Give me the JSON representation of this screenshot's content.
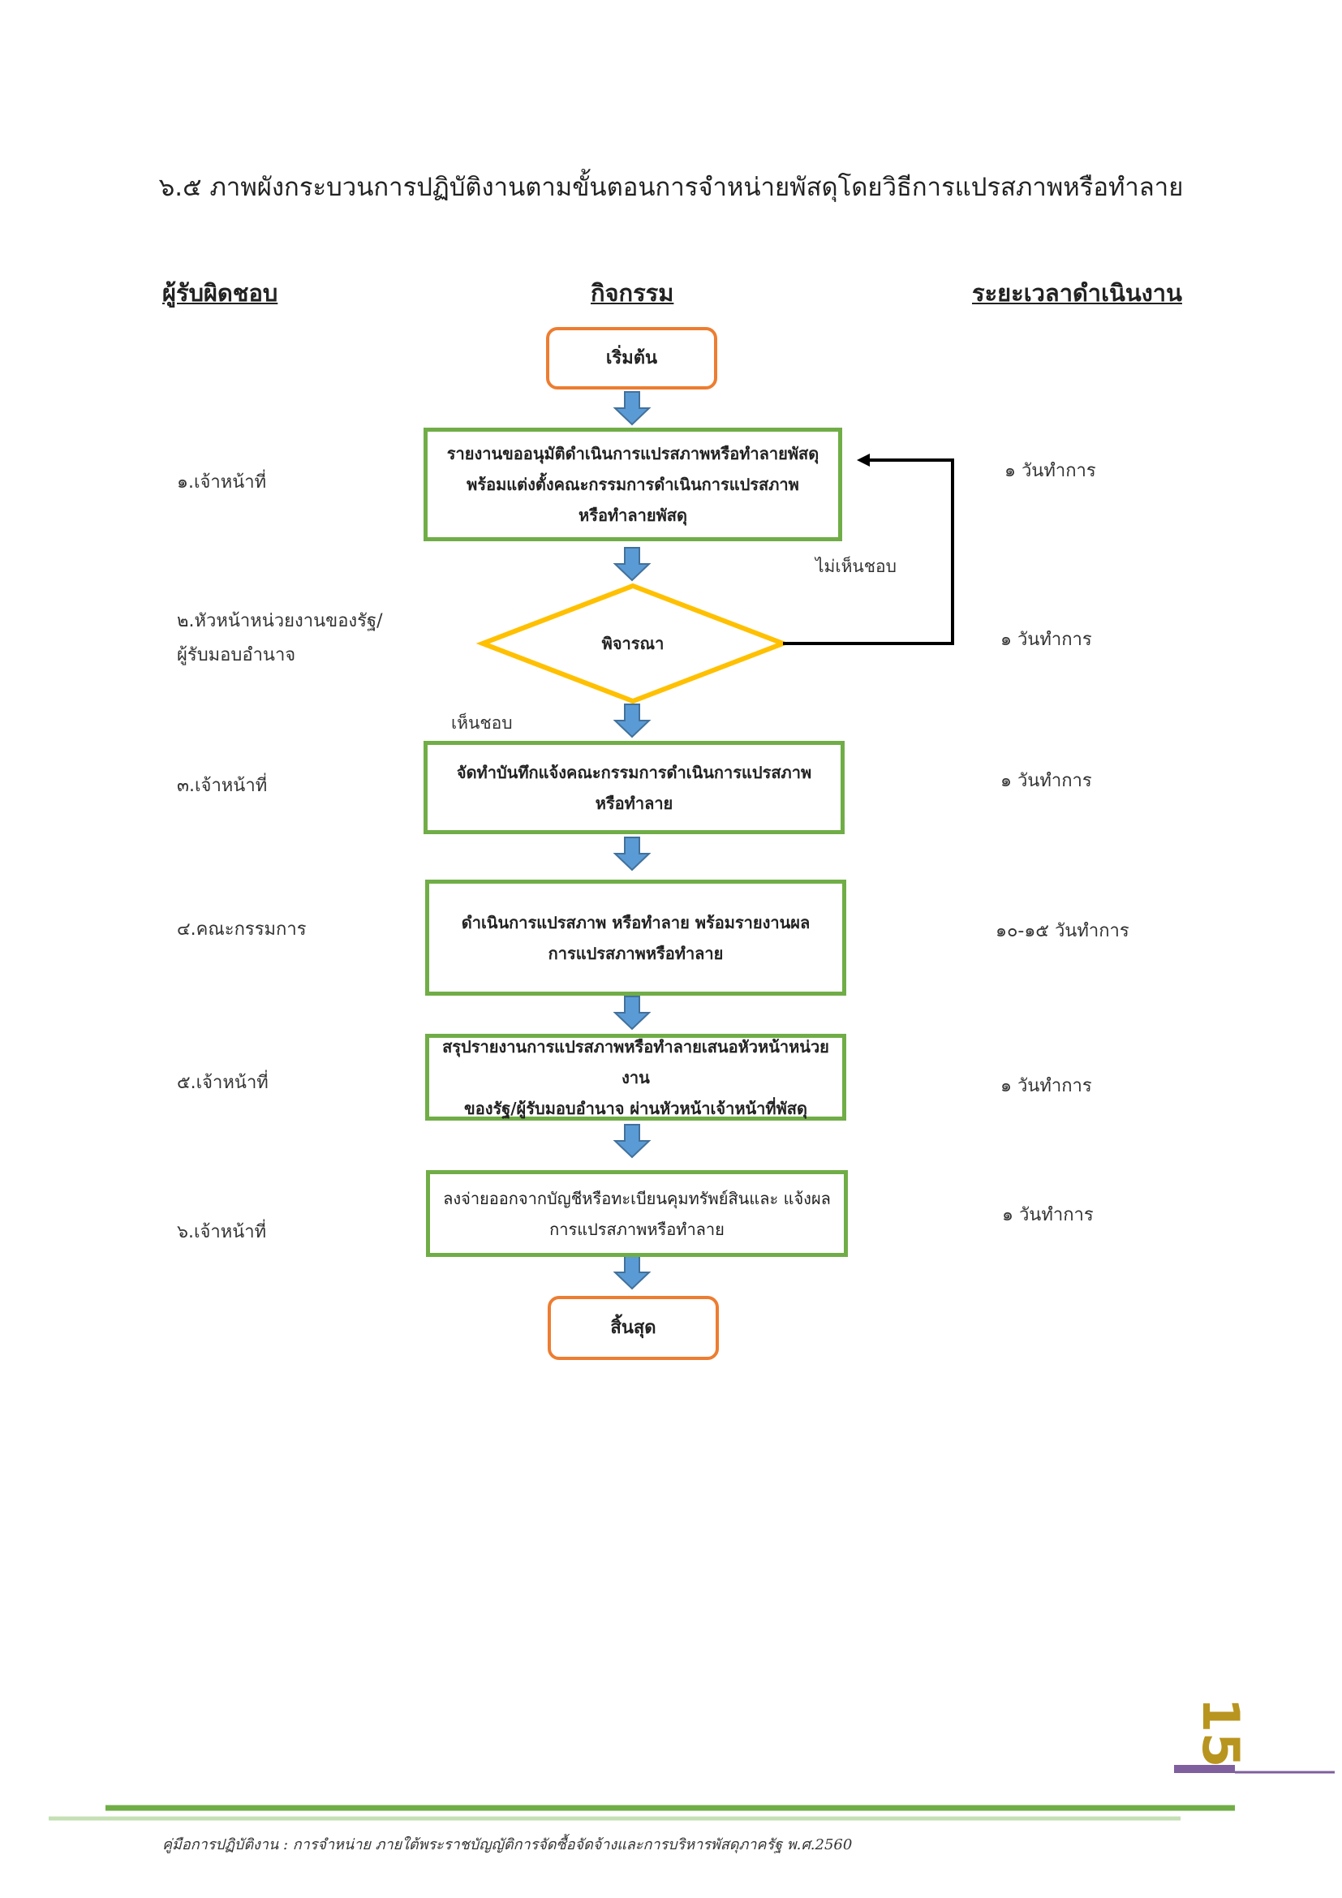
{
  "title": "๖.๕ ภาพผังกระบวนการปฏิบัติงานตามขั้นตอนการจำหน่ายพัสดุโดยวิธีการแปรสภาพหรือทำลาย",
  "headers": {
    "responsible": "ผู้รับผิดชอบ",
    "activity": "กิจกรรม",
    "duration": "ระยะเวลาดำเนินงาน"
  },
  "start_label": "เริ่มต้น",
  "end_label": "สิ้นสุด",
  "decision_label": "พิจารณา",
  "no_label": "ไม่เห็นชอบ",
  "yes_label": "เห็นชอบ",
  "steps": [
    {
      "responsible": "๑.เจ้าหน้าที่",
      "activity": "รายงานขออนุมัติดำเนินการแปรสภาพหรือทำลายพัสดุ\nพร้อมแต่งตั้งคณะกรรมการดำเนินการแปรสภาพ\nหรือทำลายพัสดุ",
      "duration": "๑  วันทำการ"
    },
    {
      "responsible": "๒.หัวหน้าหน่วยงานของรัฐ/\nผู้รับมอบอำนาจ",
      "activity": "พิจารณา",
      "duration": "๑  วันทำการ"
    },
    {
      "responsible": "๓.เจ้าหน้าที่",
      "activity": "จัดทำบันทึกแจ้งคณะกรรมการดำเนินการแปรสภาพ\nหรือทำลาย",
      "duration": "๑  วันทำการ"
    },
    {
      "responsible": "๔.คณะกรรมการ",
      "activity": "ดำเนินการแปรสภาพ  หรือทำลาย พร้อมรายงานผล\nการแปรสภาพหรือทำลาย",
      "duration": "๑๐-๑๕  วันทำการ"
    },
    {
      "responsible": "๕.เจ้าหน้าที่",
      "activity": "สรุปรายงานการแปรสภาพหรือทำลายเสนอหัวหน้าหน่วยงาน\nของรัฐ/ผู้รับมอบอำนาจ ผ่านหัวหน้าเจ้าหน้าที่พัสดุ",
      "duration": "๑  วันทำการ"
    },
    {
      "responsible": "๖.เจ้าหน้าที่",
      "activity": "ลงจ่ายออกจากบัญชีหรือทะเบียนคุมทรัพย์สินและ แจ้งผล\nการแปรสภาพหรือทำลาย",
      "duration": "๑  วันทำการ"
    }
  ],
  "page_number": "15",
  "footer": "คู่มือการปฏิบัติงาน :  การจำหน่าย ภายใต้พระราชบัญญัติการจัดซื้อจัดจ้างและการบริหารพัสดุภาครัฐ พ.ศ.2560",
  "colors": {
    "green": "#70ad47",
    "orange": "#ed7d31",
    "yellow": "#ffc000",
    "arrow": "#5b9bd5",
    "purple": "#7f5f9e",
    "gold": "#b8951f"
  }
}
